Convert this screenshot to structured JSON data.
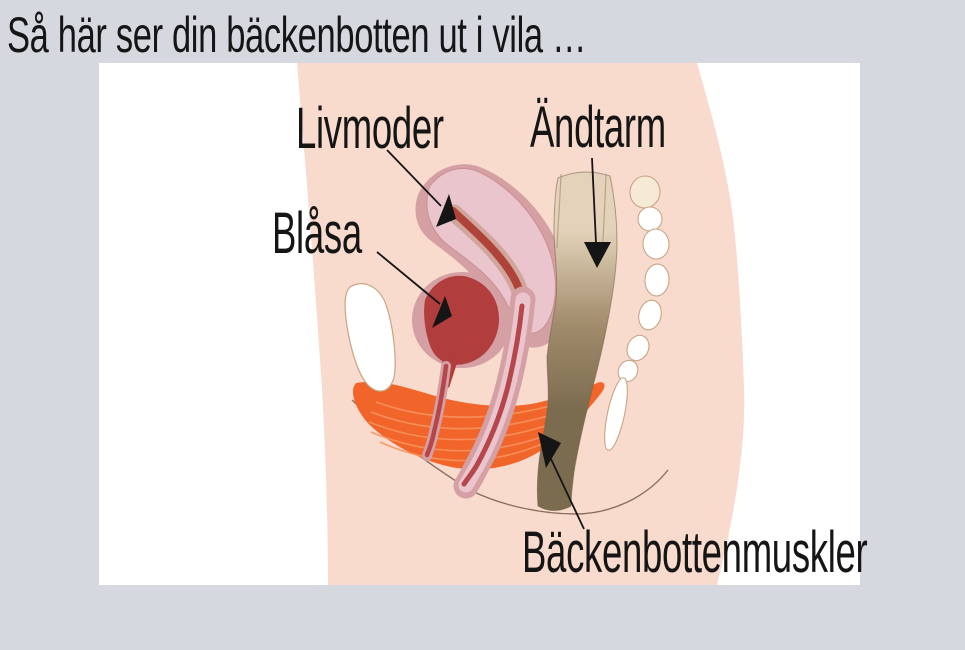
{
  "title": "Så här ser din bäckenbotten ut i vila …",
  "labels": {
    "livmoder": "Livmoder",
    "andtarm": "Ändtarm",
    "blasa": "Blåsa",
    "backenbottenmuskler": "Bäckenbottenmuskler"
  },
  "colors": {
    "background": "#d5d8df",
    "panel": "#ffffff",
    "skin": "#f9dbce",
    "crease": "#8b6f5d",
    "uterus_pink": "#ebc5cd",
    "mucosa_mauve": "#d4a0a4",
    "canal_halo": "#cb9f93",
    "canal_red": "#b04339",
    "organ_red": "#b5464b",
    "bladder_red": "#b23d3d",
    "muscle_orange": "#f2652a",
    "muscle_stripe": "#f6935f",
    "rectum_light": "#e4d3ba",
    "rectum_mid": "#a18c6c",
    "rectum_dark": "#7c6c4f",
    "bone_fill": "#ffffff",
    "bone_cream": "#f6ead7",
    "bone_outline": "#c7a584",
    "ink": "#151515"
  }
}
